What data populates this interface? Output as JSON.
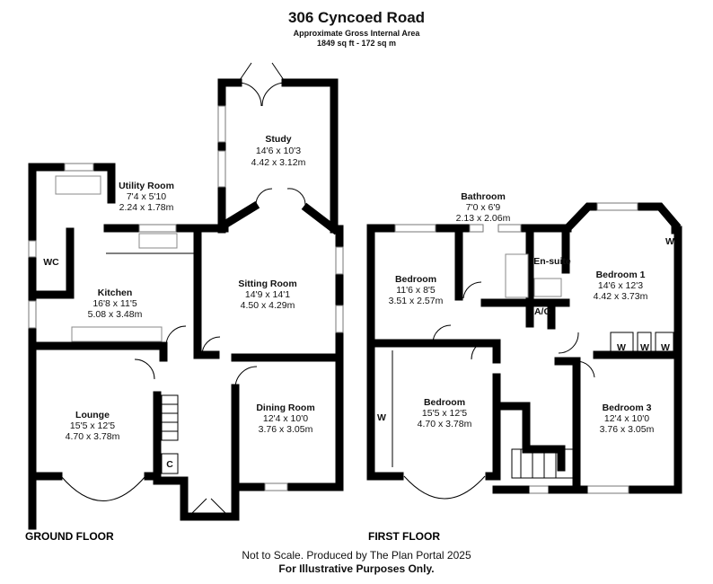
{
  "header": {
    "title": "306 Cyncoed Road",
    "subtitle": "Approximate Gross Internal Area",
    "area": "1849 sq ft - 172 sq m"
  },
  "ground_floor": {
    "label": "GROUND FLOOR",
    "rooms": [
      {
        "name": "Study",
        "imperial": "14'6 x 10'3",
        "metric": "4.42 x 3.12m"
      },
      {
        "name": "Utility Room",
        "imperial": "7'4 x 5'10",
        "metric": "2.24 x 1.78m"
      },
      {
        "name": "Kitchen",
        "imperial": "16'8 x 11'5",
        "metric": "5.08 x 3.48m"
      },
      {
        "name": "Sitting Room",
        "imperial": "14'9 x 14'1",
        "metric": "4.50 x 4.29m"
      },
      {
        "name": "Lounge",
        "imperial": "15'5 x 12'5",
        "metric": "4.70 x 3.78m"
      },
      {
        "name": "Dining Room",
        "imperial": "12'4 x 10'0",
        "metric": "3.76 x 3.05m"
      }
    ],
    "wc": "WC",
    "cupboard": "C"
  },
  "first_floor": {
    "label": "FIRST FLOOR",
    "rooms": [
      {
        "name": "Bathroom",
        "imperial": "7'0 x 6'9",
        "metric": "2.13 x 2.06m"
      },
      {
        "name": "Bedroom",
        "imperial": "11'6 x 8'5",
        "metric": "3.51 x 2.57m"
      },
      {
        "name": "Bedroom 1",
        "imperial": "14'6 x 12'3",
        "metric": "4.42 x 3.73m"
      },
      {
        "name": "Bedroom",
        "imperial": "15'5 x 12'5",
        "metric": "4.70 x 3.78m"
      },
      {
        "name": "Bedroom 3",
        "imperial": "12'4 x 10'0",
        "metric": "3.76 x 3.05m"
      }
    ],
    "ensuite": "En-suite",
    "airing_cupboard": "A/C",
    "wardrobe": "W"
  },
  "footer": {
    "note": "Not to Scale. Produced by The Plan Portal 2025",
    "disclaimer": "For Illustrative Purposes Only."
  }
}
